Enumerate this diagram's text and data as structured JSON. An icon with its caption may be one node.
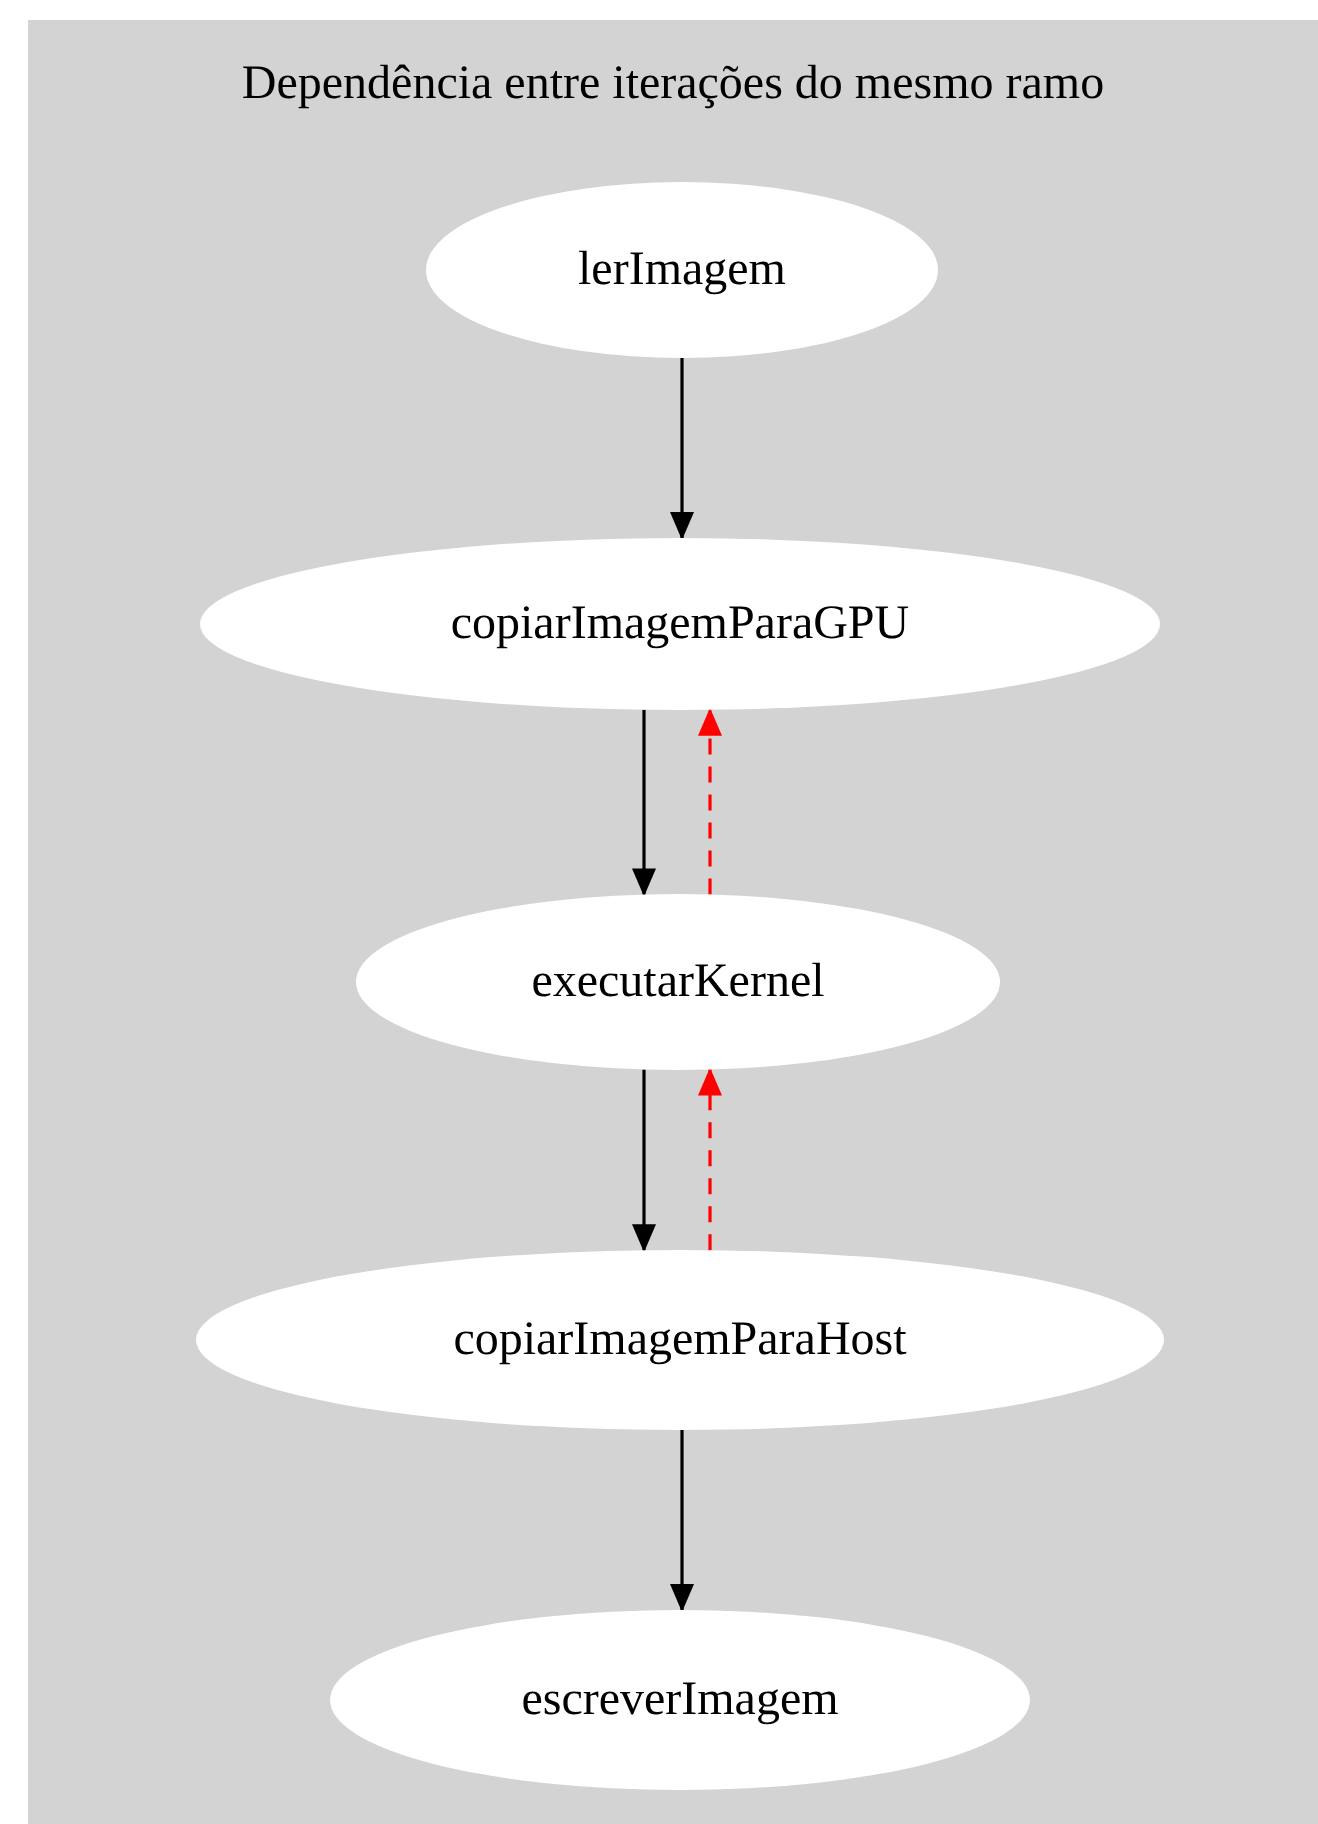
{
  "diagram": {
    "nodes": [
      {
        "text": [
          "Dependência entre iterações do mesmo ramo"
        ]
      },
      {
        "text": [
          "lerImagem"
        ],
        "in": 0
      },
      {
        "text": [
          "copiarImagemParaGPU"
        ],
        "in": 0
      },
      {
        "text": [
          "executarKernel"
        ],
        "in": 0
      },
      {
        "text": [
          "copiarImagemParaHost"
        ],
        "in": 0
      },
      {
        "text": [
          "escreverImagem"
        ],
        "in": 0
      }
    ],
    "edges": [
      {
        "from": 1,
        "to": 2,
        "arrow": "to"
      },
      {
        "from": 2,
        "to": 3,
        "arrow": "to"
      },
      {
        "from": 3,
        "to": 2,
        "arrow": "to",
        "style": "dashed",
        "color": "#ff0000"
      },
      {
        "from": 3,
        "to": 4,
        "arrow": "to"
      },
      {
        "from": 4,
        "to": 3,
        "arrow": "to",
        "style": "dashed",
        "color": "#ff0000"
      },
      {
        "from": 4,
        "to": 5,
        "arrow": "to"
      }
    ]
  }
}
